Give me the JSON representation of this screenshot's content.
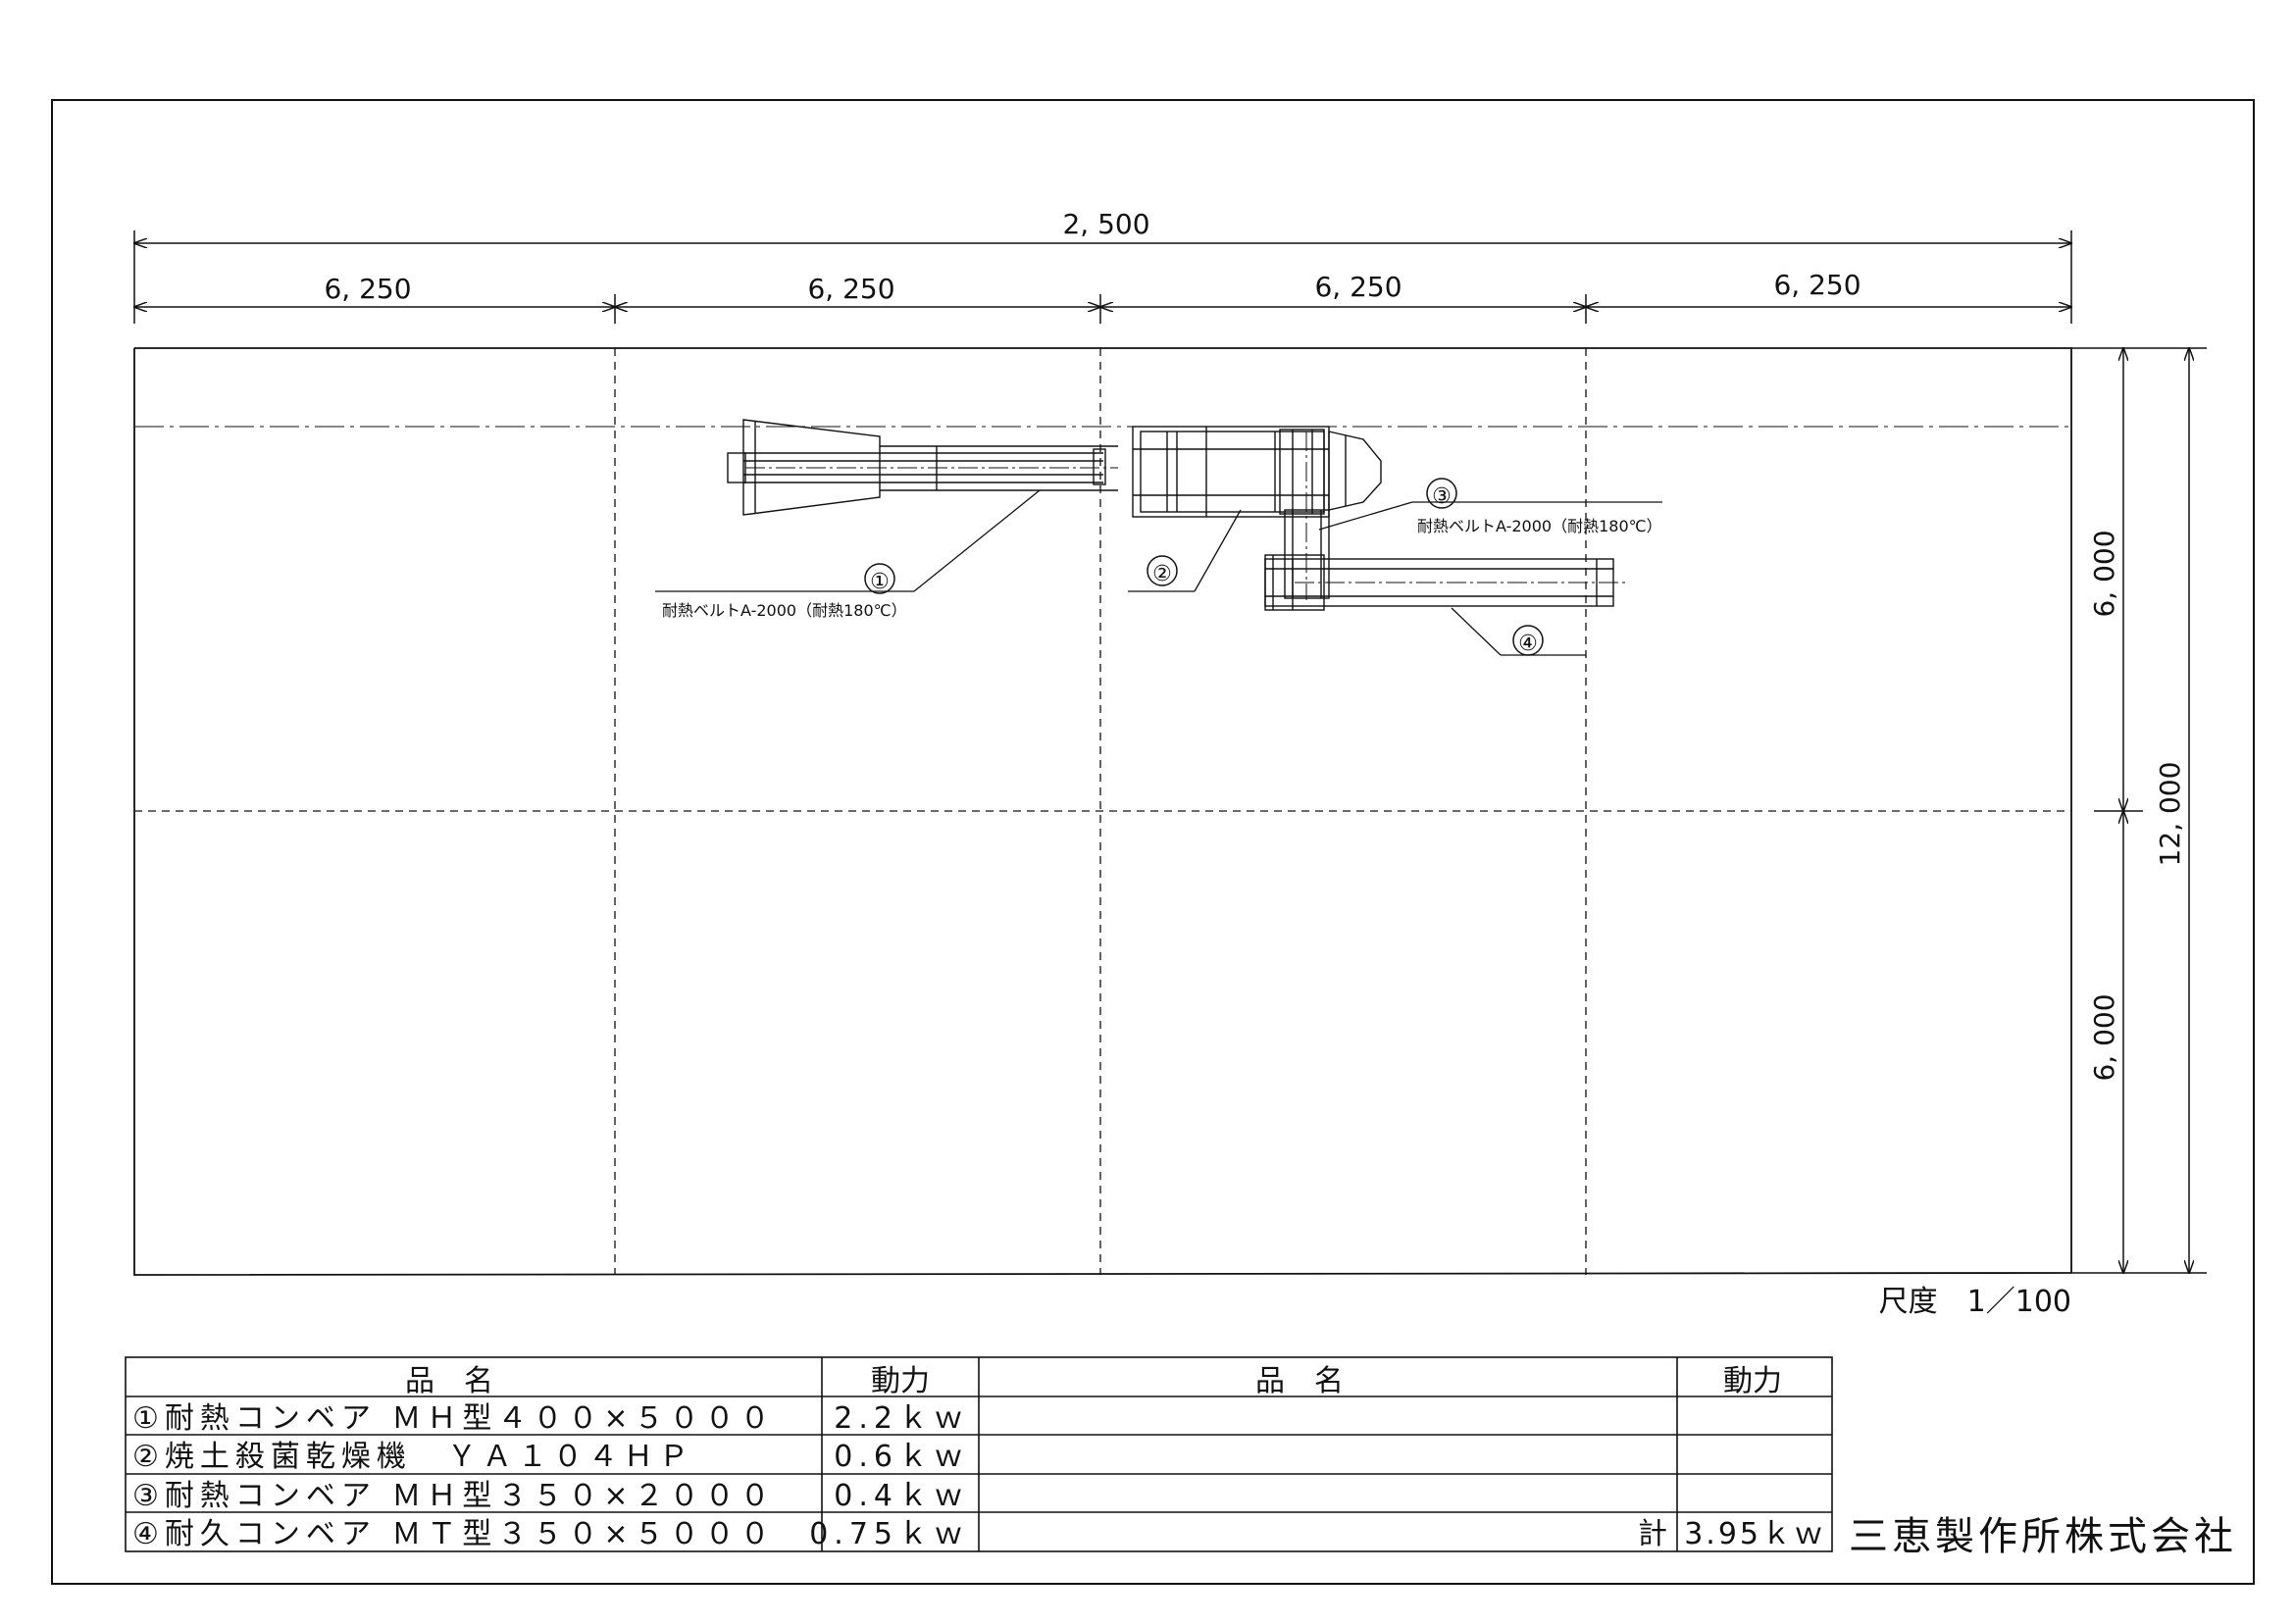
{
  "dimensions": {
    "total_width": "2, 500",
    "segments": [
      "6, 250",
      "6, 250",
      "6, 250",
      "6, 250"
    ],
    "half_height_top": "6, 000",
    "half_height_bottom": "6, 000",
    "total_height": "12, 000"
  },
  "callouts": [
    {
      "label": "①",
      "note": "耐熱ベルトA-2000（耐熱180℃）"
    },
    {
      "label": "②",
      "note": ""
    },
    {
      "label": "③",
      "note": "耐熱ベルトA-2000（耐熱180℃）"
    },
    {
      "label": "④",
      "note": ""
    }
  ],
  "scale": "尺度　1／100",
  "table": {
    "headers": {
      "name": "品　名",
      "power": "動力",
      "name2": "品　名",
      "power2": "動力"
    },
    "rows": [
      {
        "name": "①耐熱コンベア ＭＨ型４００×５０００",
        "power": "2.2ｋｗ"
      },
      {
        "name": "②焼土殺菌乾燥機　ＹＡ１０４ＨＰ",
        "power": "0.6ｋｗ"
      },
      {
        "name": "③耐熱コンベア ＭＨ型３５０×２０００",
        "power": "0.4ｋｗ"
      },
      {
        "name": "④耐久コンベア ＭＴ型３５０×５０００",
        "power": "0.75ｋｗ"
      }
    ],
    "total_label": "計",
    "total_value": "3.95ｋｗ"
  },
  "company": "三恵製作所株式会社"
}
